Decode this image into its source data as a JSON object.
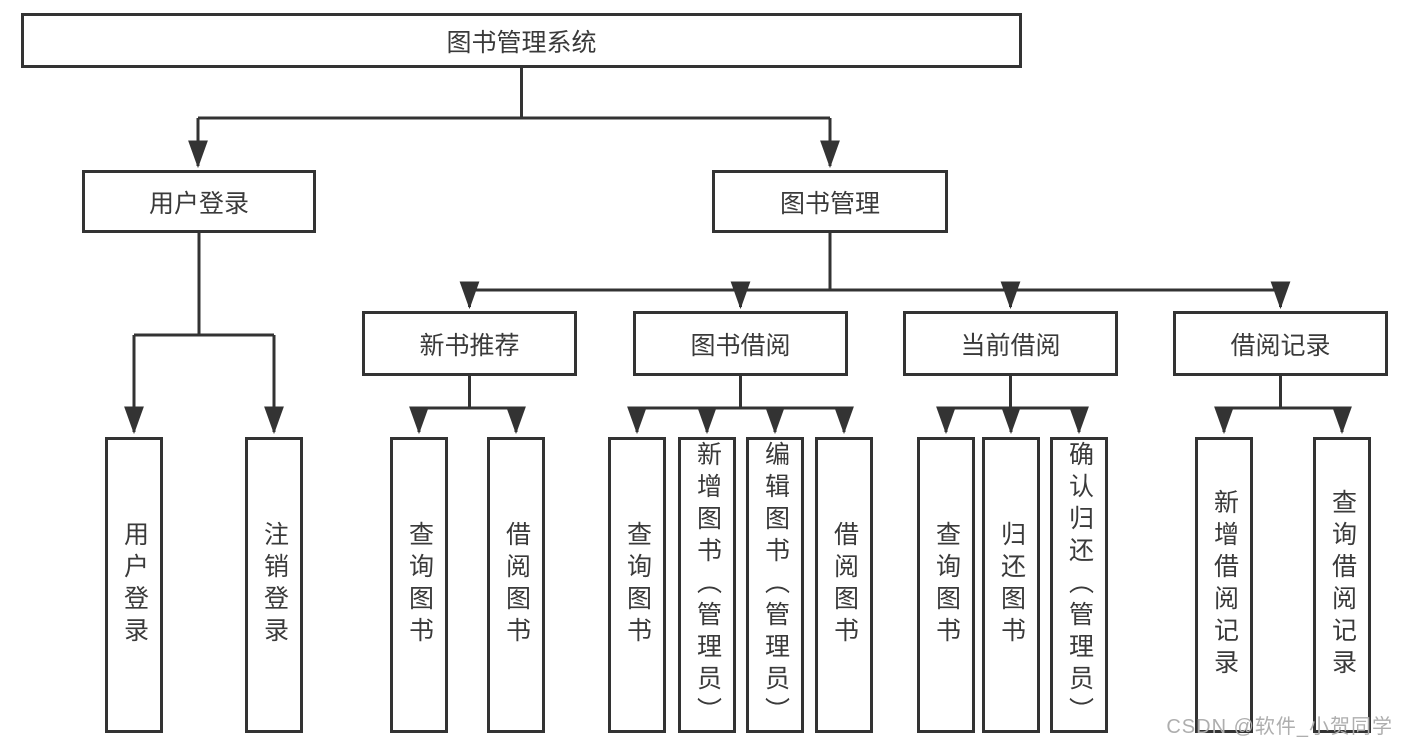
{
  "diagram": {
    "root": {
      "label": "图书管理系统"
    },
    "level2": [
      {
        "label": "用户登录"
      },
      {
        "label": "图书管理"
      }
    ],
    "level3": [
      {
        "label": "新书推荐"
      },
      {
        "label": "图书借阅"
      },
      {
        "label": "当前借阅"
      },
      {
        "label": "借阅记录"
      }
    ],
    "leaves": [
      {
        "label": "用户登录"
      },
      {
        "label": "注销登录"
      },
      {
        "label": "查询图书"
      },
      {
        "label": "借阅图书"
      },
      {
        "label": "查询图书"
      },
      {
        "label": "新增图书（管理员）"
      },
      {
        "label": "编辑图书（管理员）"
      },
      {
        "label": "借阅图书"
      },
      {
        "label": "查询图书"
      },
      {
        "label": "归还图书"
      },
      {
        "label": "确认归还（管理员）"
      },
      {
        "label": "新增借阅记录"
      },
      {
        "label": "查询借阅记录"
      }
    ]
  },
  "watermark": {
    "text": "CSDN @软件_小贺同学"
  },
  "colors": {
    "line": "#333333",
    "text": "#3a3a3a",
    "box_fill": "#ffffff",
    "watermark": "#aeaeae",
    "background": "#ffffff"
  }
}
